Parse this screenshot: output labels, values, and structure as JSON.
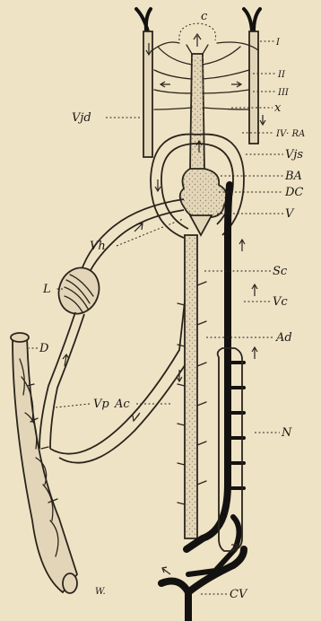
{
  "labels": {
    "C": "c",
    "I": "I",
    "II": "II",
    "III": "III",
    "x": "x",
    "IVRA": "IV· RA",
    "Vjs": "Vjs",
    "Vjd": "Vjd",
    "BA": "BA",
    "DC": "DC",
    "V": "V",
    "Vh": "Vh",
    "Sc": "Sc",
    "Vc": "Vc",
    "L": "L",
    "Ad": "Ad",
    "D": "D",
    "Vp": "Vp",
    "Ac": "Ac",
    "N": "N",
    "CV": "CV",
    "W": "W."
  }
}
